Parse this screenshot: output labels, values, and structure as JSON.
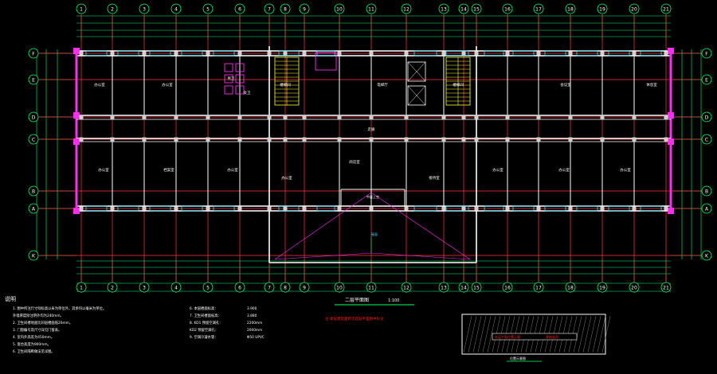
{
  "colors": {
    "background": "#000000",
    "axis": "#ff3b3b",
    "wall": "#ffffff",
    "wall_thick": "#ff2df0",
    "dimension": "#00ff66",
    "text": "#ffffff",
    "note": "#ffff66",
    "stair": "#ffff33",
    "window": "#33e1ff",
    "accent_red": "#ff2020"
  },
  "grid_top": [
    "1",
    "2",
    "3",
    "4",
    "5",
    "6",
    "7",
    "8",
    "9",
    "10",
    "11",
    "12",
    "13",
    "14",
    "15",
    "16",
    "17",
    "18",
    "19",
    "20",
    "21"
  ],
  "grid_bottom": [
    "1",
    "2",
    "3",
    "4",
    "5",
    "6",
    "7",
    "8",
    "9",
    "10",
    "11",
    "12",
    "13",
    "14",
    "15",
    "16",
    "17",
    "18",
    "19",
    "20",
    "21"
  ],
  "grid_left": [
    "F",
    "E",
    "D",
    "C",
    "B",
    "A",
    "K"
  ],
  "grid_right": [
    "F",
    "E",
    "D",
    "C",
    "B",
    "A",
    "K"
  ],
  "plan_title": "二层平面图",
  "plan_scale": "1:100",
  "plan_note_red": "注:本层建筑面积见首层平面图中标注",
  "notes_label": "说明",
  "notes_left": [
    "1. 图中所注尺寸除标高以米为单位外，其余均以毫米为单位。",
    "   外墙厚度除注明外均为240mm。",
    "2. 卫生间楼地面比同层楼面低20mm。",
    "3. 门窗编号及尺寸详见门窗表。",
    "4. 室内外高差为450mm。",
    "5. 窗台高度为900mm。",
    "6. 卫生间隔断做法见详图。"
  ],
  "notes_mid": [
    "6. 本层楼面标高：",
    "7. 卫生间楼面标高：",
    "8. KD1 预留空调孔：",
    "   KD2 预留空调孔：",
    "9. 空调冷凝水管："
  ],
  "notes_mid_values": [
    "3.900",
    "3.880",
    "2200mm",
    "2000mm",
    "Φ50 UPVC"
  ],
  "key_plan_label": "本层平面位置示意",
  "key_plan_note": "建筑面积",
  "key_plan_caption": "位置示意图",
  "corridor_label": "走廊",
  "room_labels": [
    {
      "id": "r1",
      "text": "办公室"
    },
    {
      "id": "r2",
      "text": "办公室"
    },
    {
      "id": "r3",
      "text": "男卫"
    },
    {
      "id": "r4",
      "text": "女卫"
    },
    {
      "id": "r5",
      "text": "楼梯间"
    },
    {
      "id": "r6",
      "text": "电梯厅"
    },
    {
      "id": "r7",
      "text": "楼梯间"
    },
    {
      "id": "r8",
      "text": "会议室"
    },
    {
      "id": "r9",
      "text": "办公室"
    },
    {
      "id": "r10",
      "text": "档案室"
    },
    {
      "id": "r11",
      "text": "办公室"
    },
    {
      "id": "r12",
      "text": "办公室"
    },
    {
      "id": "r13",
      "text": "阅览室"
    },
    {
      "id": "r14",
      "text": "接待室"
    },
    {
      "id": "r15",
      "text": "办公室"
    },
    {
      "id": "r16",
      "text": "办公室"
    },
    {
      "id": "r17",
      "text": "办公室"
    },
    {
      "id": "r18",
      "text": "休息室"
    }
  ],
  "atrium_label": "中庭上空",
  "roof_label": "屋面"
}
